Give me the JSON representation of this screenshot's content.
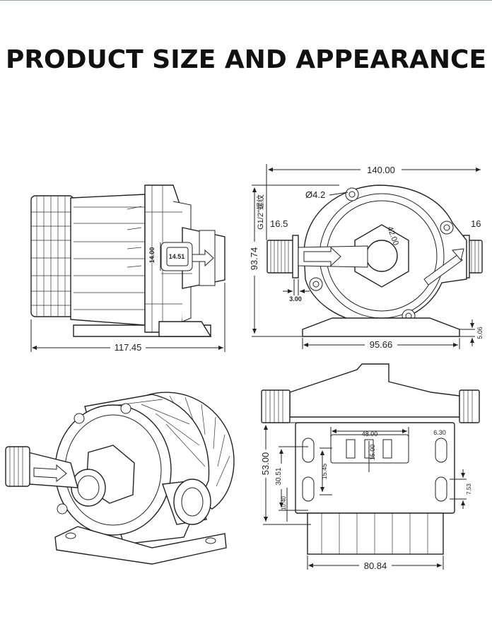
{
  "title": "PRODUCT SIZE AND APPEARANCE",
  "side_view": {
    "d_length": "117.45",
    "d_height_14": "14.00",
    "d_width_14_51": "14.51"
  },
  "front_view": {
    "d_width": "140.00",
    "d_hole": "Ø4.2",
    "d_thread": "G1/2\"螺纹",
    "d_left": "16.5",
    "d_right": "16",
    "d_height": "93.74",
    "d_3": "3.00",
    "d_diag": "42.00",
    "d_base": "95.66",
    "d_foot": "5.06"
  },
  "bottom_view": {
    "d_48": "48.00",
    "d_630": "6.30",
    "d_53": "53.00",
    "d_3051": "30.51",
    "d_1545": "15.45",
    "d_15": "15.00",
    "d_1040": "10.40",
    "d_753": "7.53",
    "d_8084": "80.84"
  }
}
